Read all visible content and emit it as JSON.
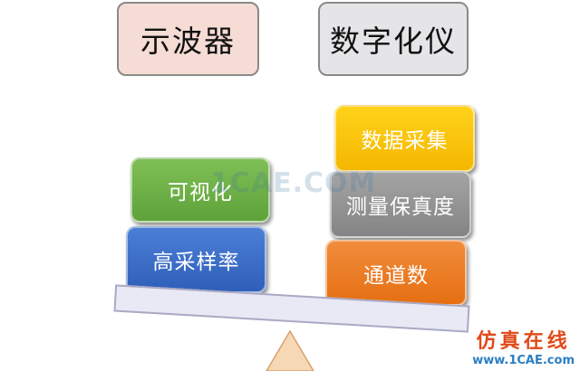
{
  "top_labels": {
    "oscilloscope": "示波器",
    "digital_instrument": "数字化仪"
  },
  "left_blocks": {
    "visual": "可视化",
    "sample_rate": "高采样率"
  },
  "right_blocks": {
    "acquisition": "数据采集",
    "fidelity": "测量保真度",
    "channels": "通道数"
  },
  "watermark": "1CAE.COM",
  "site": {
    "name": "仿真在线",
    "url": "www.1CAE.com"
  },
  "colors": {
    "oscilloscope_box": "#f5dcd5",
    "digital_box": "#e5e5e8",
    "visual_block": "#6aab45",
    "sample_rate_block": "#3a6cc8",
    "acquisition_block": "#f8c20a",
    "fidelity_block": "#939393",
    "channels_block": "#ea7a22",
    "beam": "#e9e9f6",
    "fulcrum": "#f6d8b4"
  }
}
